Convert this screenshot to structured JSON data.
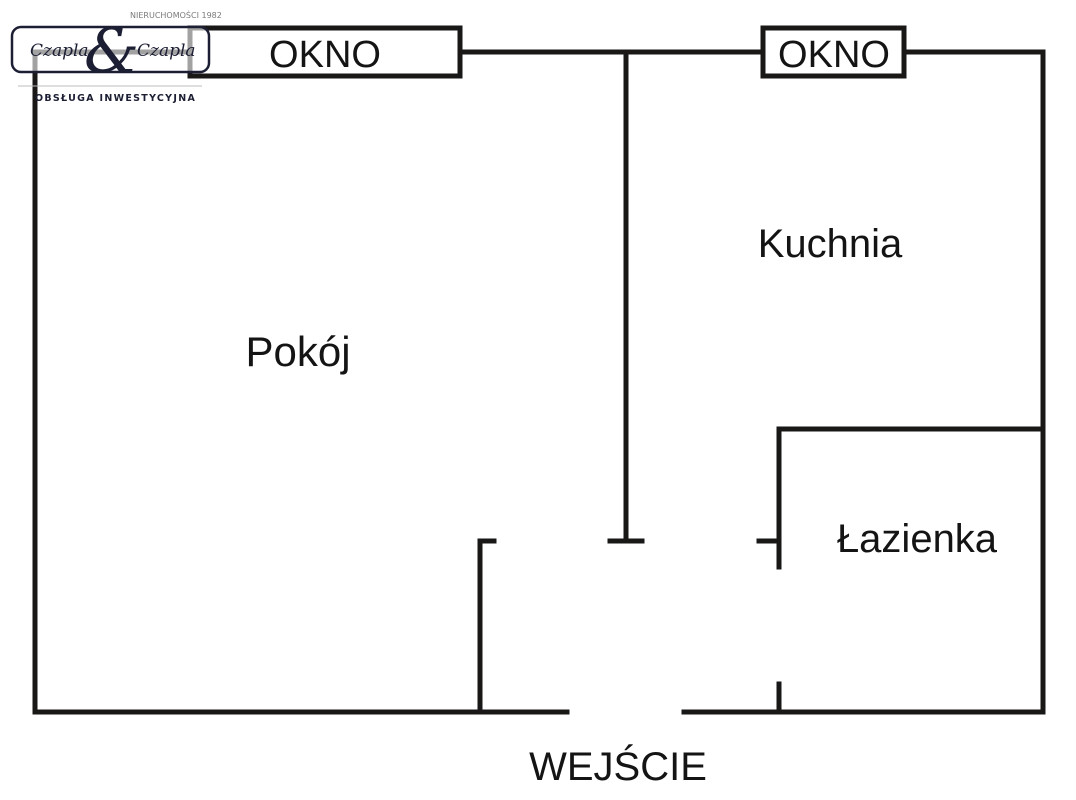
{
  "colors": {
    "wall": "#1a1717",
    "text": "#141414",
    "logo_navy": "#1c1f33",
    "logo_gray": "#7a7a7a"
  },
  "logo": {
    "tagline_top": "NIERUCHOMOŚCI 1982",
    "name_left": "Czapla",
    "ampersand": "&",
    "name_right": "Czapla",
    "tagline_bottom": "OBSŁUGA INWESTYCYJNA"
  },
  "plan": {
    "windows": [
      {
        "label": "OKNO"
      },
      {
        "label": "OKNO"
      }
    ],
    "rooms": {
      "living_room": "Pokój",
      "kitchen": "Kuchnia",
      "bathroom": "Łazienka"
    },
    "entrance": "WEJŚCIE"
  }
}
